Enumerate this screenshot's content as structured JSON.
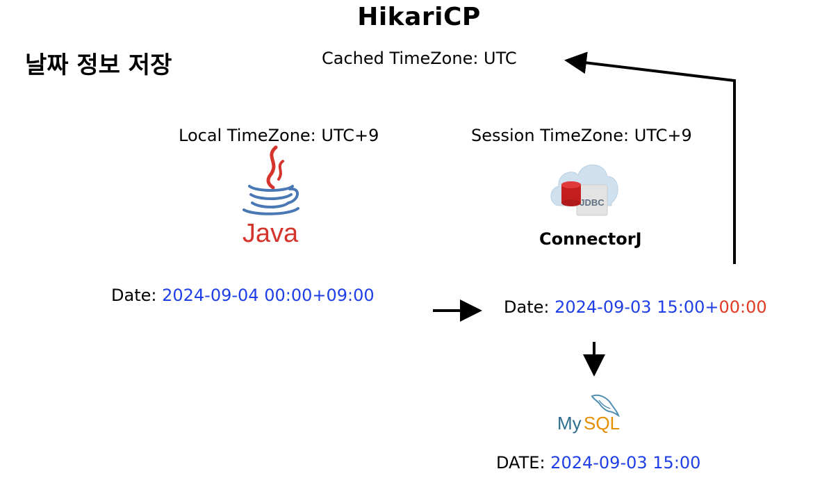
{
  "title": "HikariCP",
  "heading": "날짜 정보 저장",
  "cached_timezone": "Cached TimeZone: UTC",
  "local_timezone": "Local TimeZone: UTC+9",
  "session_timezone": "Session TimeZone: UTC+9",
  "java": {
    "icon": "java-logo-icon",
    "wordmark": "Java",
    "date_label": "Date:",
    "date_value": "2024-09-04 00:00+09:00"
  },
  "connector": {
    "icon": "jdbc-cloud-icon",
    "badge": "JDBC",
    "name": "ConnectorJ",
    "date_label": "Date:",
    "date_value": "2024-09-03 15:00+",
    "date_offset": "00:00"
  },
  "mysql": {
    "icon": "mysql-logo-icon",
    "wordmark_my": "My",
    "wordmark_sql": "SQL",
    "date_label": "DATE:",
    "date_value": "2024-09-03 15:00"
  },
  "colors": {
    "value_blue": "#1f3fe6",
    "offset_red": "#e23a22",
    "java_red": "#d5342c",
    "java_blue": "#4a78b4",
    "mysql_teal": "#2d6e8e",
    "mysql_orange": "#e48e00"
  }
}
